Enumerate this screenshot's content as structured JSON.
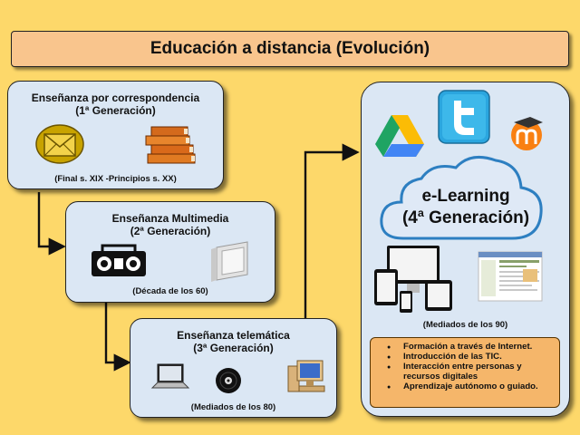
{
  "title": "Educación a distancia (Evolución)",
  "generations": [
    {
      "title": "Enseñanza por correspondencia",
      "subtitle": "(1ª Generación)",
      "date": "(Final s. XIX -Principios s. XX)",
      "icons": [
        "mail-envelope-icon",
        "stacked-books-icon"
      ]
    },
    {
      "title": "Enseñanza Multimedia",
      "subtitle": "(2ª Generación)",
      "date": "(Década de los 60)",
      "icons": [
        "radio-cassette-icon",
        "slide-frame-icon"
      ]
    },
    {
      "title": "Enseñanza telemática",
      "subtitle": "(3ª Generación)",
      "date": "(Mediados de los 80)",
      "icons": [
        "laptop-icon",
        "cd-disc-icon",
        "desktop-computer-icon"
      ]
    }
  ],
  "elearning": {
    "title_line1": "e-Learning",
    "title_line2": "(4ª Generación)",
    "date": "(Mediados de los 90)",
    "icons": [
      "google-drive-icon",
      "twitter-icon",
      "moodle-icon",
      "devices-icon",
      "webpage-screenshot-icon"
    ],
    "features": [
      "Formación a través de Internet.",
      "Introducción de las TIC.",
      "Interacción entre personas y recursos digitales",
      "Aprendizaje autónomo o guiado."
    ]
  },
  "colors": {
    "background": "#fdd86a",
    "box": "#dbe7f4",
    "title_box": "#f9c58d",
    "features_box": "#f5b66a"
  }
}
